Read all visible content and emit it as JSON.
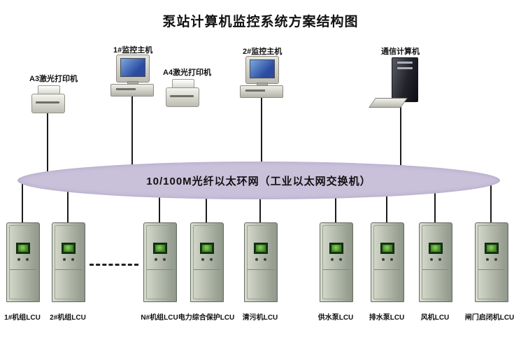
{
  "title": "泵站计算机监控系统方案结构图",
  "top_devices": {
    "printer_a3": {
      "label": "A3激光打印机"
    },
    "host1": {
      "label": "1#监控主机"
    },
    "printer_a4": {
      "label": "A4激光打印机"
    },
    "host2": {
      "label": "2#监控主机"
    },
    "comm_computer": {
      "label": "通信计算机"
    }
  },
  "network": {
    "label": "10/100M光纤以太环网（工业以太网交换机）",
    "fill_color": "#c9c0da"
  },
  "cabinets": [
    {
      "label": "1#机组LCU"
    },
    {
      "label": "2#机组LCU"
    },
    {
      "label": "N#机组LCU"
    },
    {
      "label": "电力综合保护LCU"
    },
    {
      "label": "清污机LCU"
    },
    {
      "label": "供水泵LCU"
    },
    {
      "label": "排水泵LCU"
    },
    {
      "label": "风机LCU"
    },
    {
      "label": "闸门启闭机LCU"
    }
  ]
}
